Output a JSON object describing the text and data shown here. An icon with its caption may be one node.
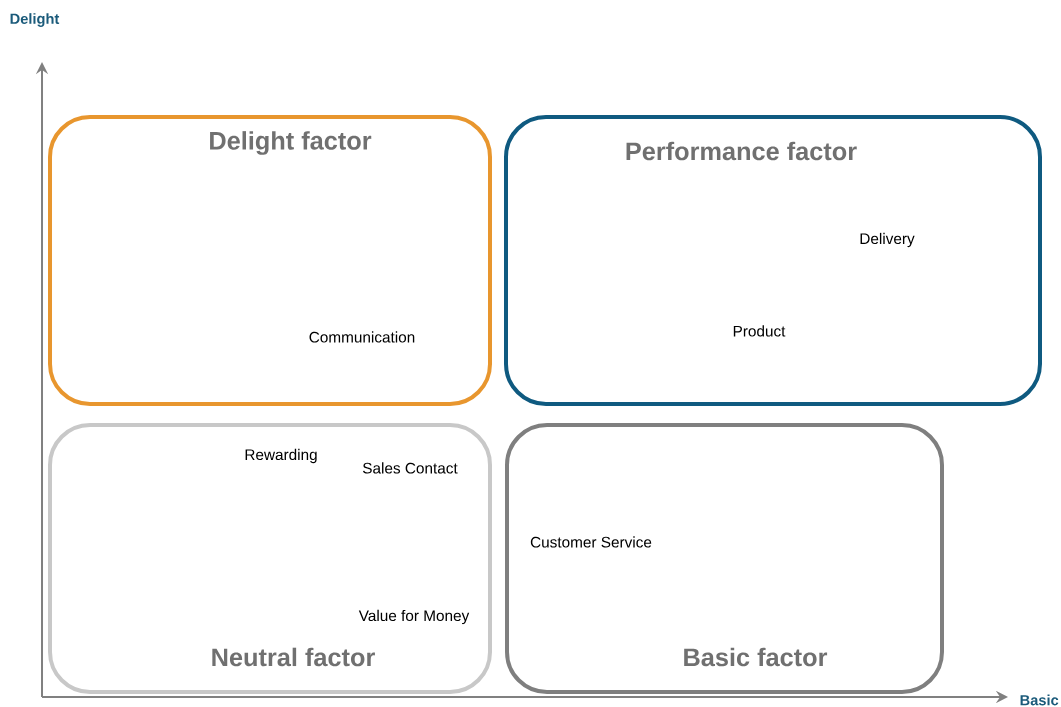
{
  "diagram": {
    "nodes": [
      {
        "text": [
          "Delight factor",
          "Communication"
        ]
      },
      {
        "text": [
          "Performance factor",
          "Delivery",
          "Product"
        ]
      },
      {
        "text": [
          "Rewarding",
          "Sales Contact",
          "Value for Money",
          "Neutral factor"
        ]
      },
      {
        "text": [
          "Customer Service",
          "Basic factor"
        ]
      }
    ],
    "labels": [
      "Delight",
      "Basic"
    ]
  }
}
